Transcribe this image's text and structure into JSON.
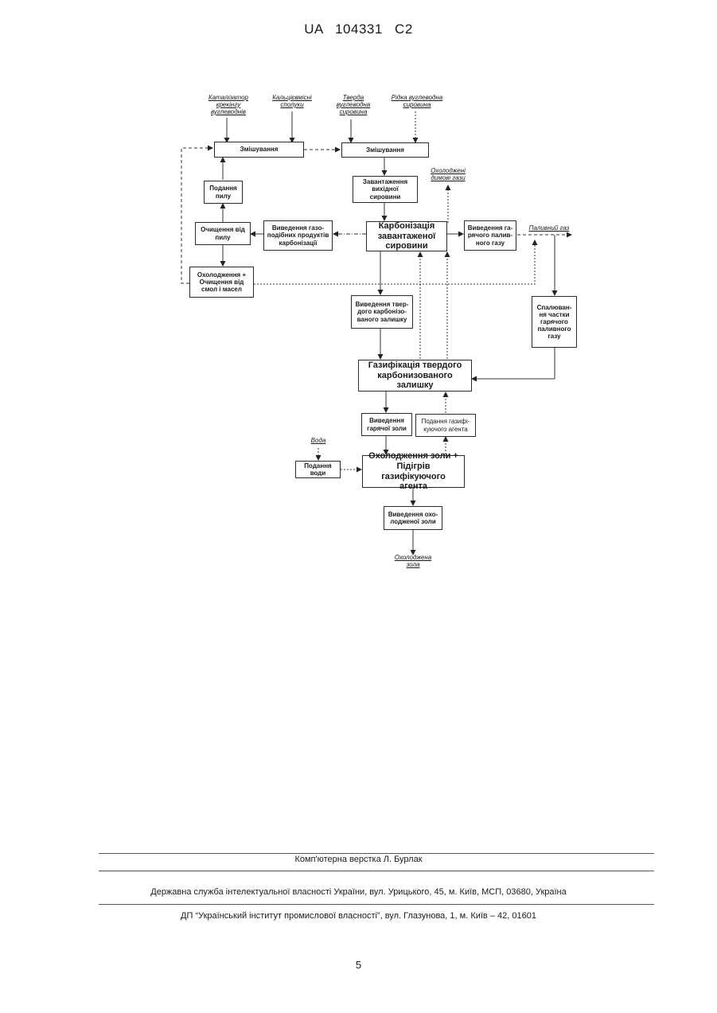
{
  "header": {
    "doc_id": "UA   104331   C2"
  },
  "diagram": {
    "inputs": {
      "catalyst": "Каталізатор\nкрекінгу\nвуглеводнів",
      "calcium": "Кальцієвмісні\nсполуки",
      "solid_feed": "Тверда\nвуглеводна\nсировина",
      "liquid_feed": "Рідка вуглеводна\nсировина",
      "cooled_flue": "Охолоджені\nдимові гази",
      "fuel_gas": "Паливний газ",
      "water": "Вода",
      "cooled_ash": "Охолоджена\nзола"
    },
    "boxes": {
      "mix1": "Змішування",
      "mix2": "Змішування",
      "dust_feed": "Подання\nпилу",
      "load_feed": "Завантаження\nвихідної\nсировини",
      "dust_clean": "Очищення від\nпилу",
      "gas_products": "Виведення газо-\nподібних продуктів\nкарбонізації",
      "carbonization": "Карбонізація\nзавантаженої\nсировини",
      "hot_fuel_gas": "Виведення га-\nрячого палив-\nного газу",
      "cool_clean": "Охолодження +\nОчищення від\nсмол і масел",
      "solid_residue": "Виведення твер-\nдого карбонізо-\nваного залишку",
      "burn_part": "Спалюван-\nня частки\nгарячого\nпаливного\nгазу",
      "gasification": "Газифікація твердого\nкарбонизованого залишку",
      "hot_ash": "Виведення\nгарячої золи",
      "agent_feed": "Подання газифі-\nкуючого агента",
      "water_feed": "Подання\nводи",
      "ash_cool": "Охолодження золи +\nПідігрів газифікуючого\nагента",
      "cooled_ash_out": "Виведення охо-\nлодженої золи"
    }
  },
  "footer": {
    "layout_credit": "Комп'ютерна верстка Л. Бурлак",
    "agency": "Державна служба інтелектуальної власності України, вул. Урицького, 45, м. Київ, МСП, 03680, Україна",
    "institute": "ДП “Український інститут промислової власності”, вул. Глазунова, 1, м. Київ – 42, 01601",
    "page": "5"
  }
}
